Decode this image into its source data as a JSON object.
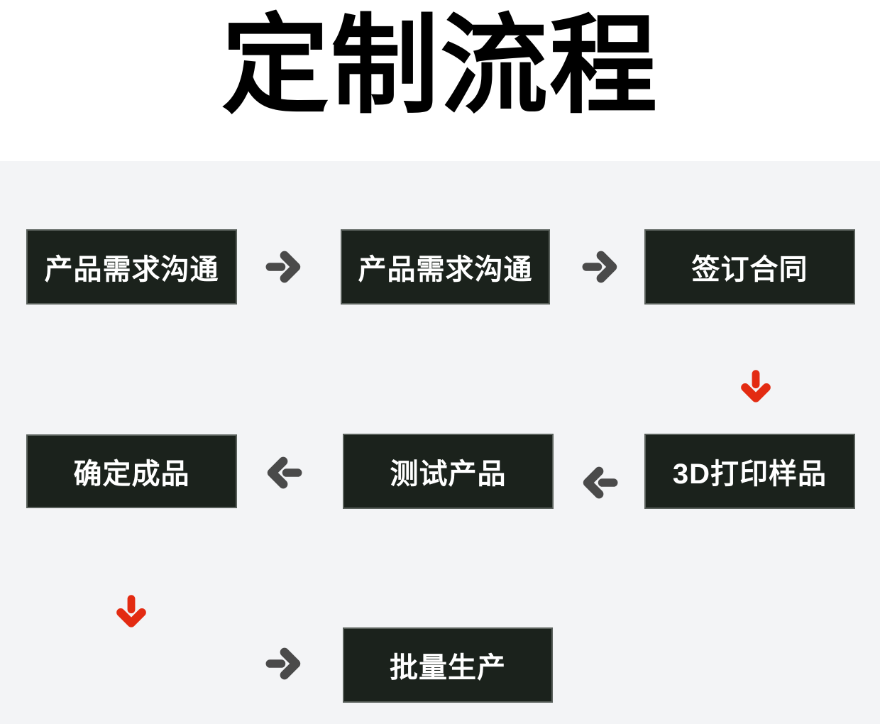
{
  "header": {
    "title": "定制流程"
  },
  "flow": {
    "steps": [
      {
        "label": "产品需求沟通"
      },
      {
        "label": "产品需求沟通"
      },
      {
        "label": "签订合同"
      },
      {
        "label": "确定成品"
      },
      {
        "label": "测试产品"
      },
      {
        "label": "3D打印样品"
      },
      {
        "label": "批量生产"
      }
    ],
    "arrows": [
      {
        "name": "arrow-right-icon",
        "direction": "right",
        "color": "gray"
      },
      {
        "name": "arrow-right-icon",
        "direction": "right",
        "color": "gray"
      },
      {
        "name": "arrow-down-icon",
        "direction": "down",
        "color": "red"
      },
      {
        "name": "arrow-left-icon",
        "direction": "left",
        "color": "gray"
      },
      {
        "name": "arrow-left-icon",
        "direction": "left",
        "color": "gray"
      },
      {
        "name": "arrow-down-icon",
        "direction": "down",
        "color": "red"
      },
      {
        "name": "arrow-right-icon",
        "direction": "right",
        "color": "gray"
      }
    ]
  },
  "colors": {
    "header_background": "#ffffff",
    "section_background": "#f3f4f6",
    "box_background": "#1b221c",
    "box_text": "#ffffff",
    "title_text": "#000000",
    "arrow_gray": "#4a4a4a",
    "arrow_red": "#e32b12"
  }
}
